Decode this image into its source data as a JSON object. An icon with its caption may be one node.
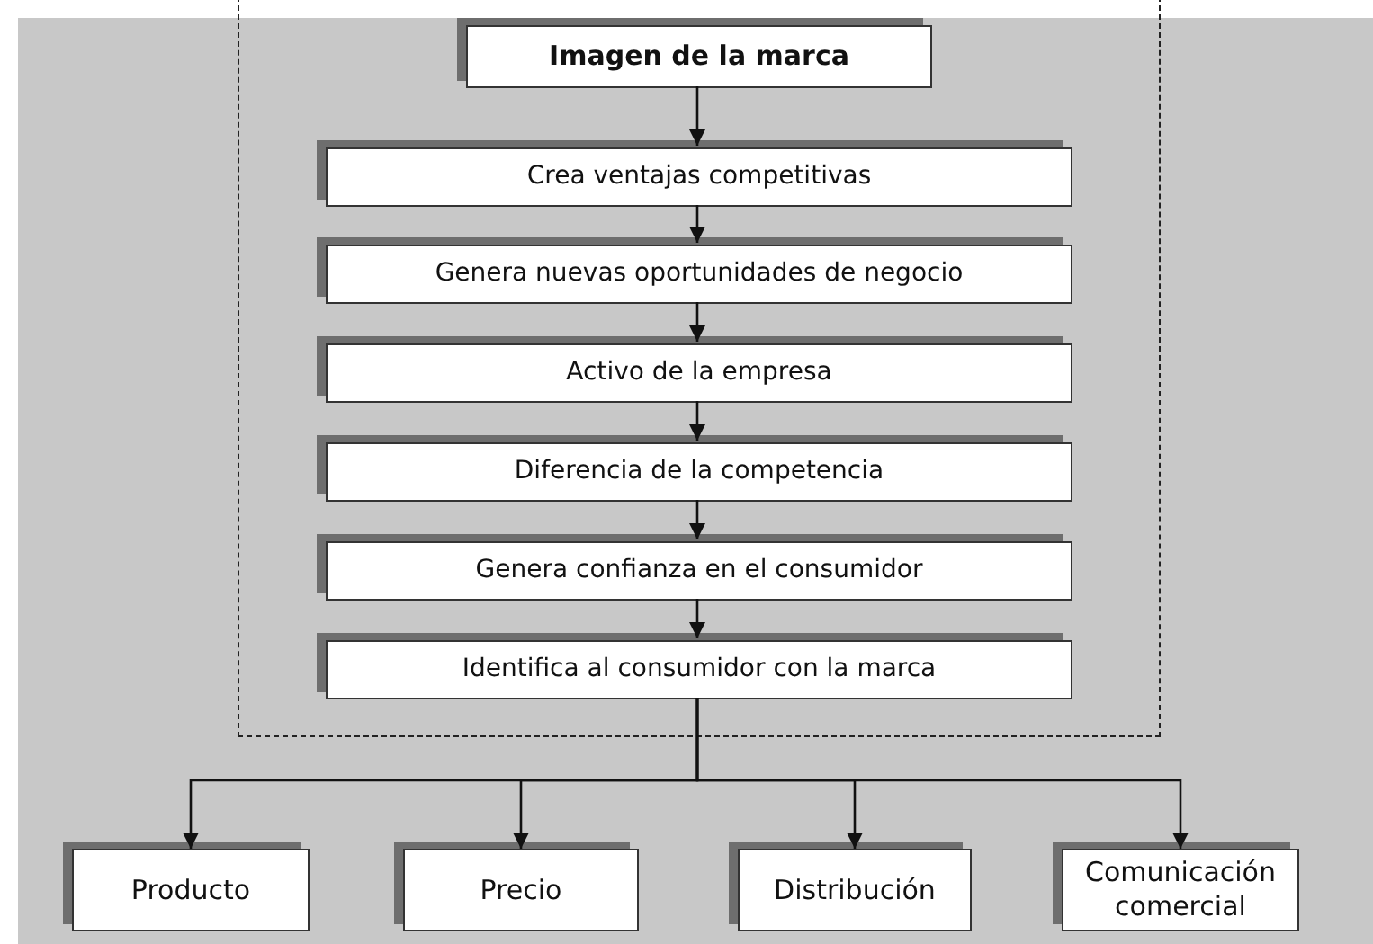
{
  "diagram": {
    "nodes": [
      {
        "text": [],
        "shape": "box"
      },
      {
        "text": [
          "Imagen de la marca"
        ],
        "in": 0
      },
      {
        "text": [
          "Crea ventajas competitivas"
        ],
        "in": 0
      },
      {
        "text": [
          "Genera nuevas oportunidades de negocio"
        ],
        "in": 0
      },
      {
        "text": [
          "Activo de la empresa"
        ],
        "in": 0
      },
      {
        "text": [
          "Diferencia de la competencia"
        ],
        "in": 0
      },
      {
        "text": [
          "Genera confianza en el consumidor"
        ],
        "in": 0
      },
      {
        "text": [
          "Identifica al consumidor con la marca"
        ],
        "in": 0
      },
      {
        "text": [
          "Producto"
        ]
      },
      {
        "text": [
          "Precio"
        ]
      },
      {
        "text": [
          "Distribución"
        ]
      },
      {
        "text": [
          "Comunicación comercial"
        ]
      }
    ],
    "edges": [
      {
        "from": 1,
        "to": 2,
        "arrow": "to"
      },
      {
        "from": 2,
        "to": 3,
        "arrow": "to"
      },
      {
        "from": 3,
        "to": 4,
        "arrow": "to"
      },
      {
        "from": 4,
        "to": 5,
        "arrow": "to"
      },
      {
        "from": 5,
        "to": 6,
        "arrow": "to"
      },
      {
        "from": 6,
        "to": 7,
        "arrow": "to"
      },
      {
        "from": 7,
        "to": 8,
        "arrow": "to"
      },
      {
        "from": 7,
        "to": 9,
        "arrow": "to"
      },
      {
        "from": 7,
        "to": 10,
        "arrow": "to"
      },
      {
        "from": 7,
        "to": 11,
        "arrow": "to"
      }
    ]
  }
}
